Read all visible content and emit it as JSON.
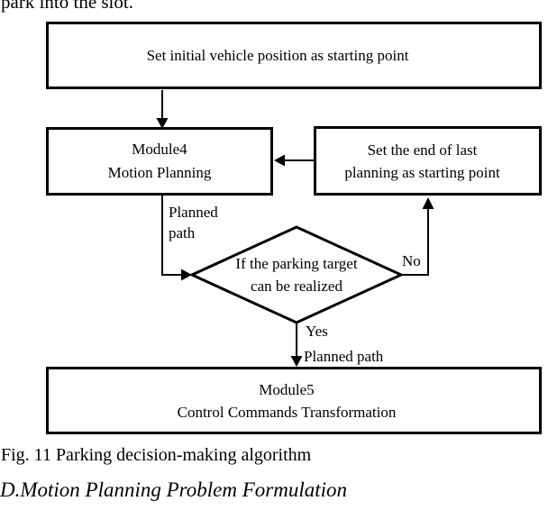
{
  "document": {
    "body_fragment": "park into the slot.",
    "figure_caption": "Fig. 11 Parking decision-making algorithm",
    "section_heading": "D.Motion Planning Problem Formulation"
  },
  "flowchart": {
    "colors": {
      "stroke": "#000000",
      "background": "#ffffff"
    },
    "nodes": {
      "start": {
        "label": "Set initial vehicle position as starting point"
      },
      "module4": {
        "line1": "Module4",
        "line2": "Motion Planning"
      },
      "set_end": {
        "line1": "Set the end of last",
        "line2": "planning as starting point"
      },
      "decision": {
        "line1": "If the parking target",
        "line2": "can be realized"
      },
      "module5": {
        "line1": "Module5",
        "line2": "Control Commands Transformation"
      }
    },
    "edge_labels": {
      "planned_line1": "Planned",
      "planned_line2": "path",
      "no": "No",
      "yes": "Yes",
      "planned_path": "Planned path"
    }
  }
}
